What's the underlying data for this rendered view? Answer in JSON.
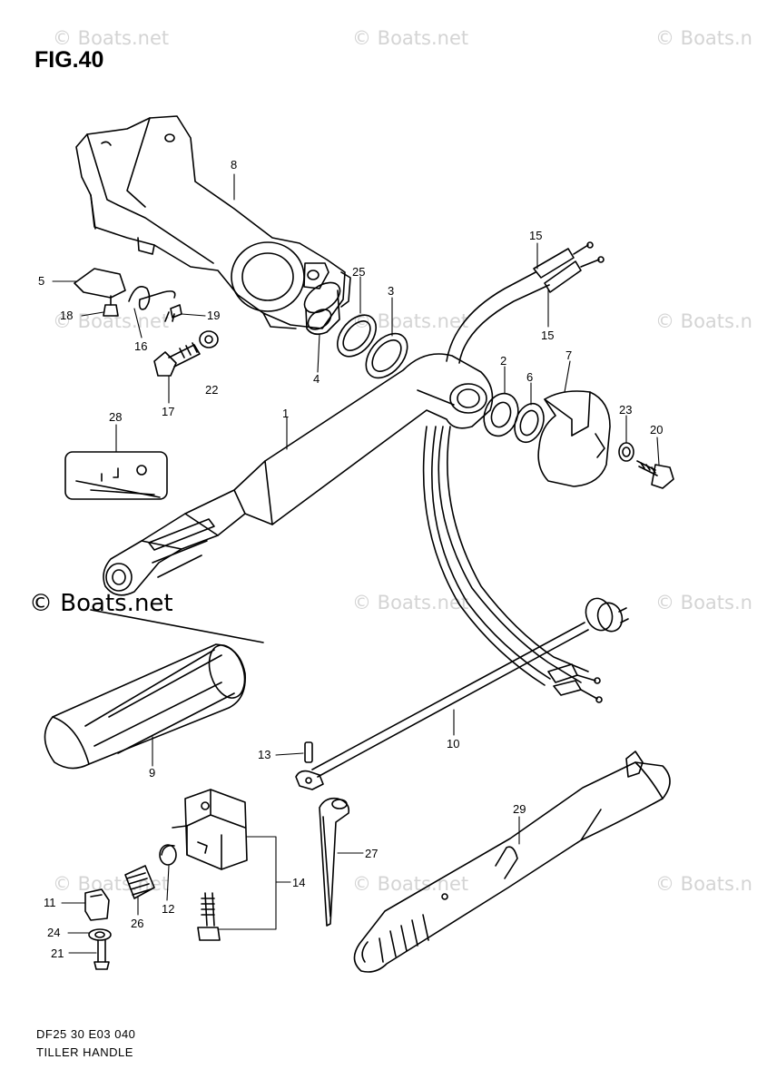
{
  "figure_title": "FIG.40",
  "watermark": "© Boats.net",
  "watermark_partial": "© Boats.n",
  "footer": {
    "model_code": "DF25 30 E03  040",
    "description": "TILLER HANDLE"
  },
  "callouts": {
    "p1": "1",
    "p2": "2",
    "p3": "3",
    "p4": "4",
    "p5": "5",
    "p6": "6",
    "p7": "7",
    "p8": "8",
    "p9": "9",
    "p10": "10",
    "p11": "11",
    "p12": "12",
    "p13": "13",
    "p14": "14",
    "p15a": "15",
    "p15b": "15",
    "p16": "16",
    "p17": "17",
    "p18": "18",
    "p19": "19",
    "p20": "20",
    "p21": "21",
    "p22": "22",
    "p23": "23",
    "p24": "24",
    "p25": "25",
    "p26": "26",
    "p27": "27",
    "p28": "28",
    "p29": "29"
  }
}
